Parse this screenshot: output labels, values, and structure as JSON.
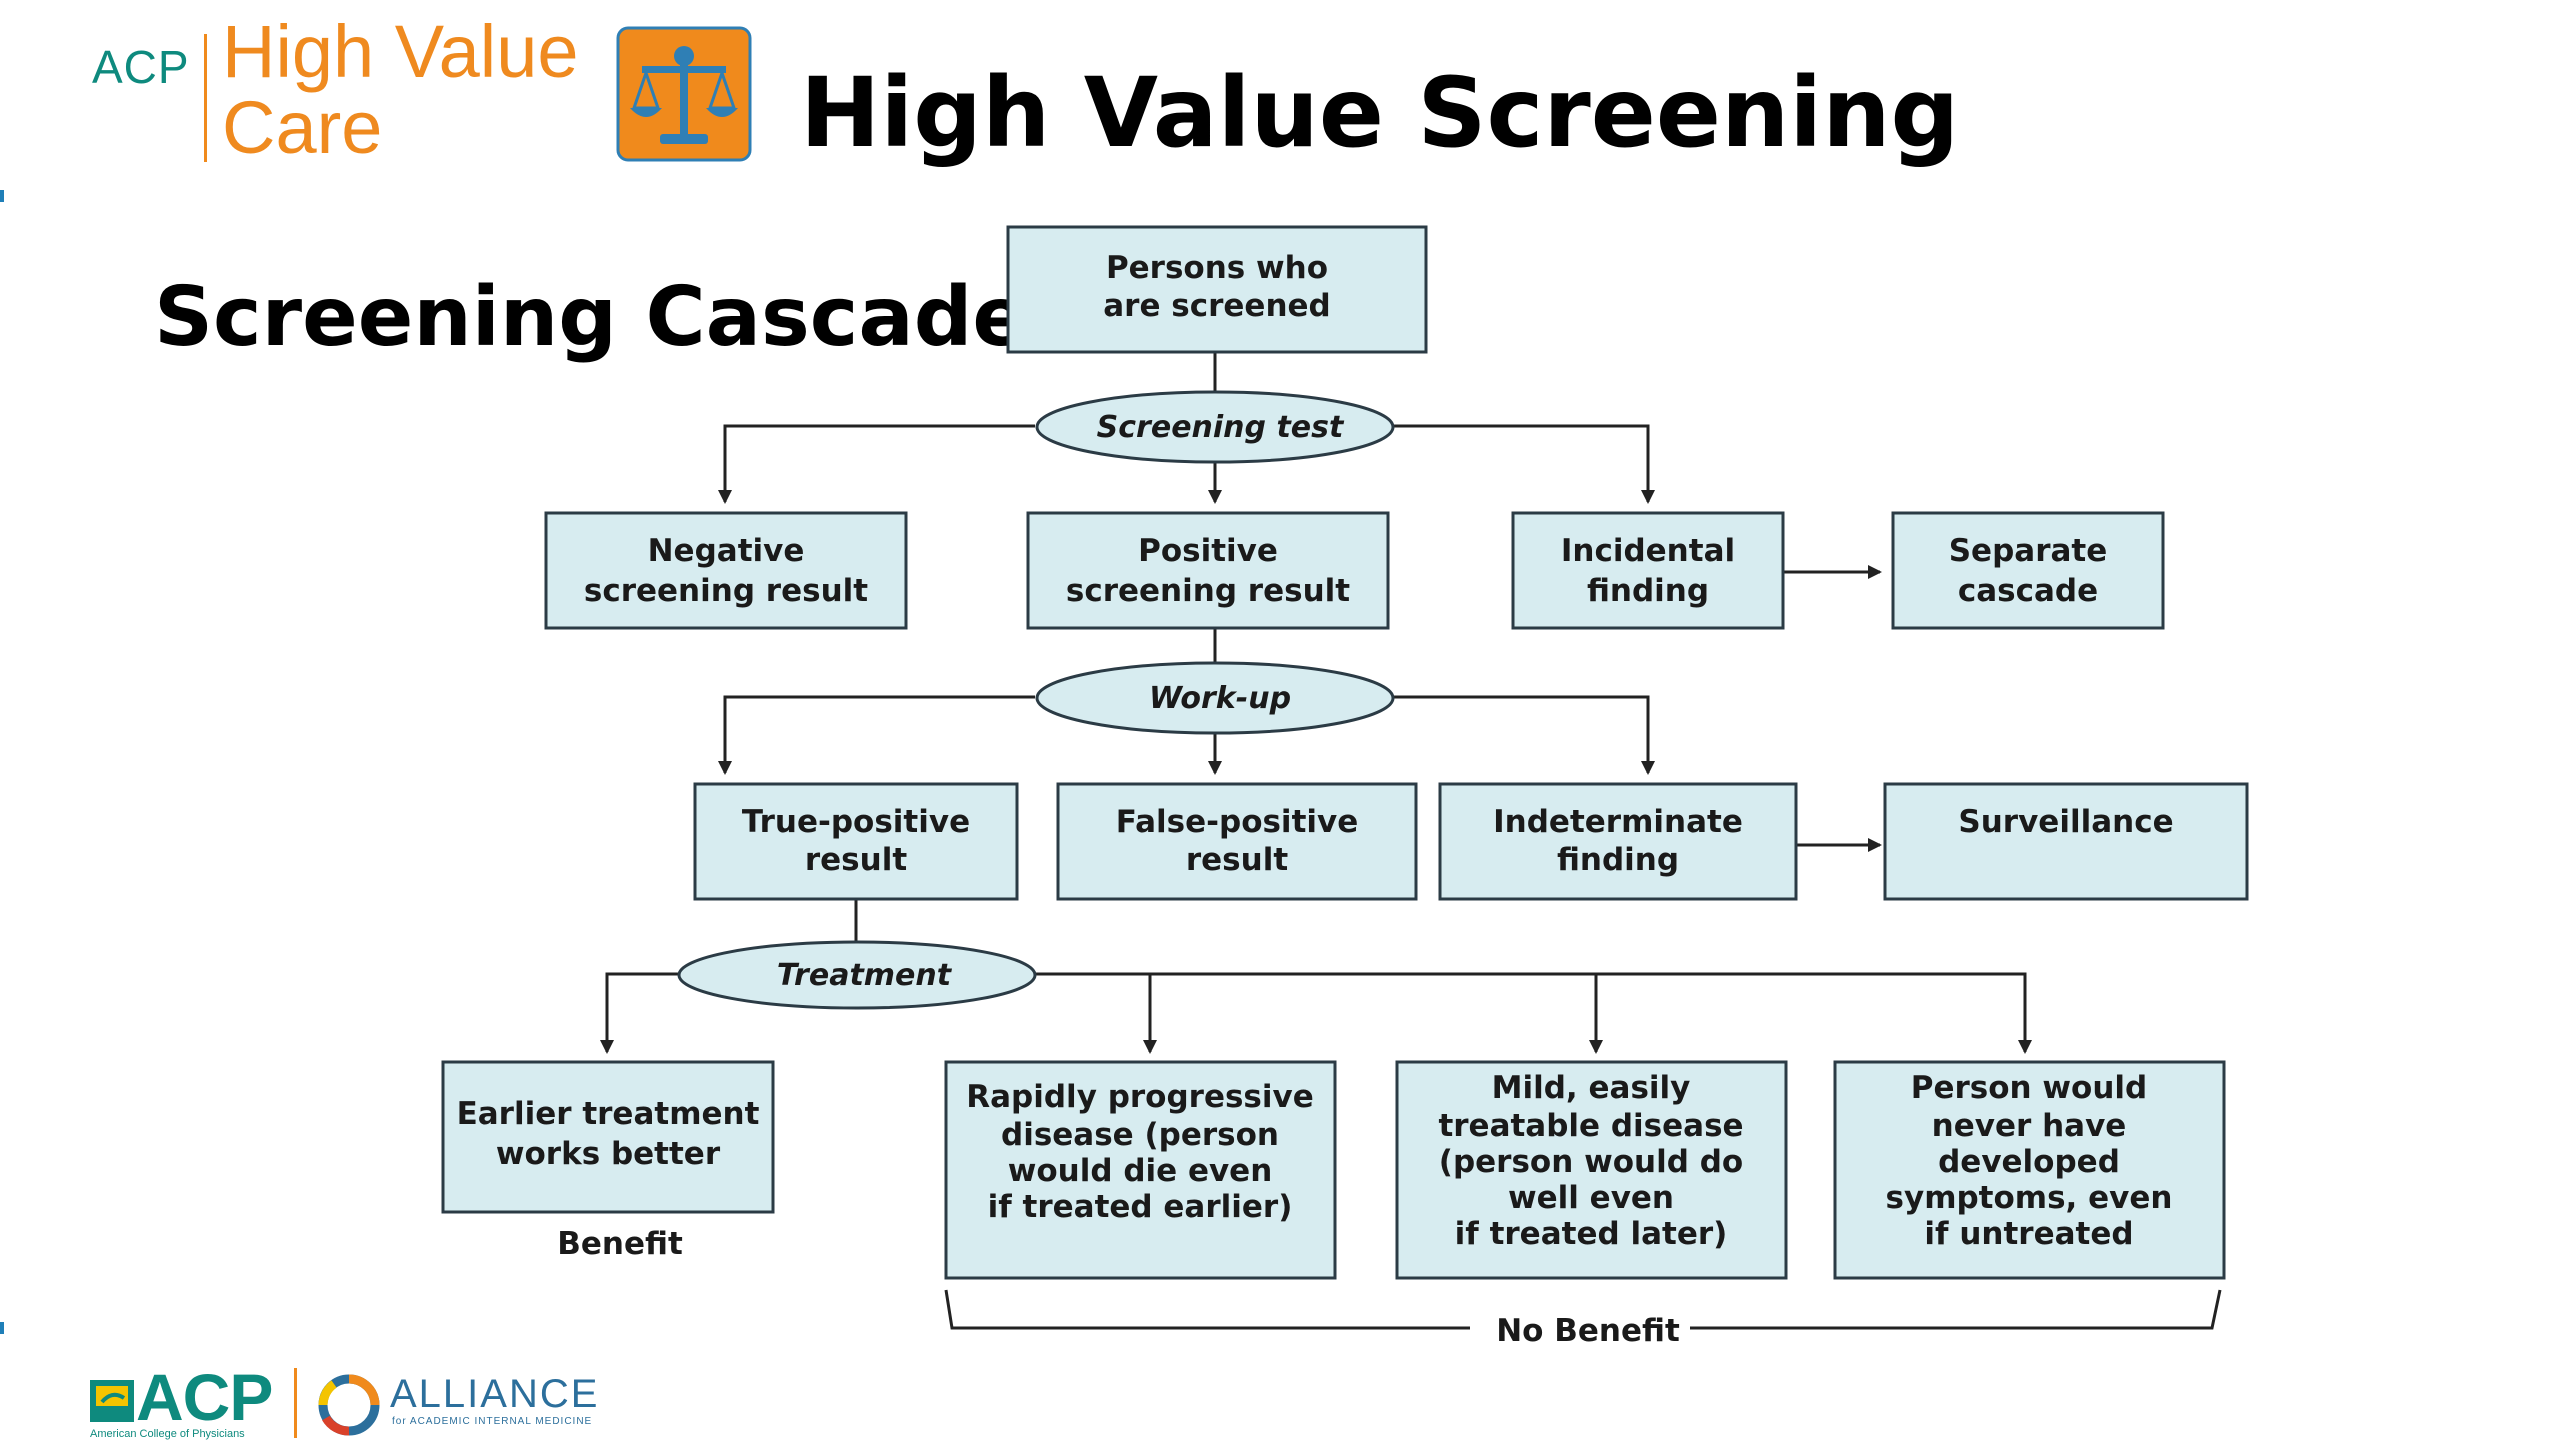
{
  "header": {
    "brand_acp": "ACP",
    "brand_hvc_line1": "High Value",
    "brand_hvc_line2": "Care",
    "title": "High Value Screening",
    "subtitle": "Screening Cascade",
    "subtitle_ref": "4"
  },
  "colors": {
    "box_fill": "#d7ecf0",
    "box_stroke": "#2b3b45",
    "brand_orange": "#ef8a1f",
    "brand_teal": "#0e8a7e",
    "alliance_blue": "#2c6f9c"
  },
  "diagram": {
    "nodes": {
      "screened": [
        "Persons who",
        "are screened"
      ],
      "screening_test": "Screening test",
      "negative": [
        "Negative",
        "screening result"
      ],
      "positive": [
        "Positive",
        "screening result"
      ],
      "incidental": [
        "Incidental",
        "finding"
      ],
      "separate": [
        "Separate",
        "cascade"
      ],
      "workup": "Work-up",
      "true_positive": [
        "True-positive",
        "result"
      ],
      "false_positive": [
        "False-positive",
        "result"
      ],
      "indeterminate": [
        "Indeterminate",
        "finding"
      ],
      "surveillance": [
        "Surveillance"
      ],
      "treatment": "Treatment",
      "earlier": [
        "Earlier treatment",
        "works better"
      ],
      "rapidly": [
        "Rapidly progressive",
        "disease (person",
        "would die even",
        "if treated earlier)"
      ],
      "mild": [
        "Mild, easily",
        "treatable disease",
        "(person would do",
        "well even",
        "if treated later)"
      ],
      "never": [
        "Person would",
        "never have",
        "developed",
        "symptoms, even",
        "if untreated"
      ]
    },
    "benefit_label": "Benefit",
    "no_benefit_label": "No Benefit"
  },
  "footer": {
    "acp_logo": "ACP",
    "acp_logo_sub": "American College of Physicians",
    "alliance": "ALLIANCE",
    "alliance_sub": "for ACADEMIC INTERNAL MEDICINE",
    "icons": [
      "scales-of-justice-icon",
      "alliance-ring-icon"
    ]
  }
}
